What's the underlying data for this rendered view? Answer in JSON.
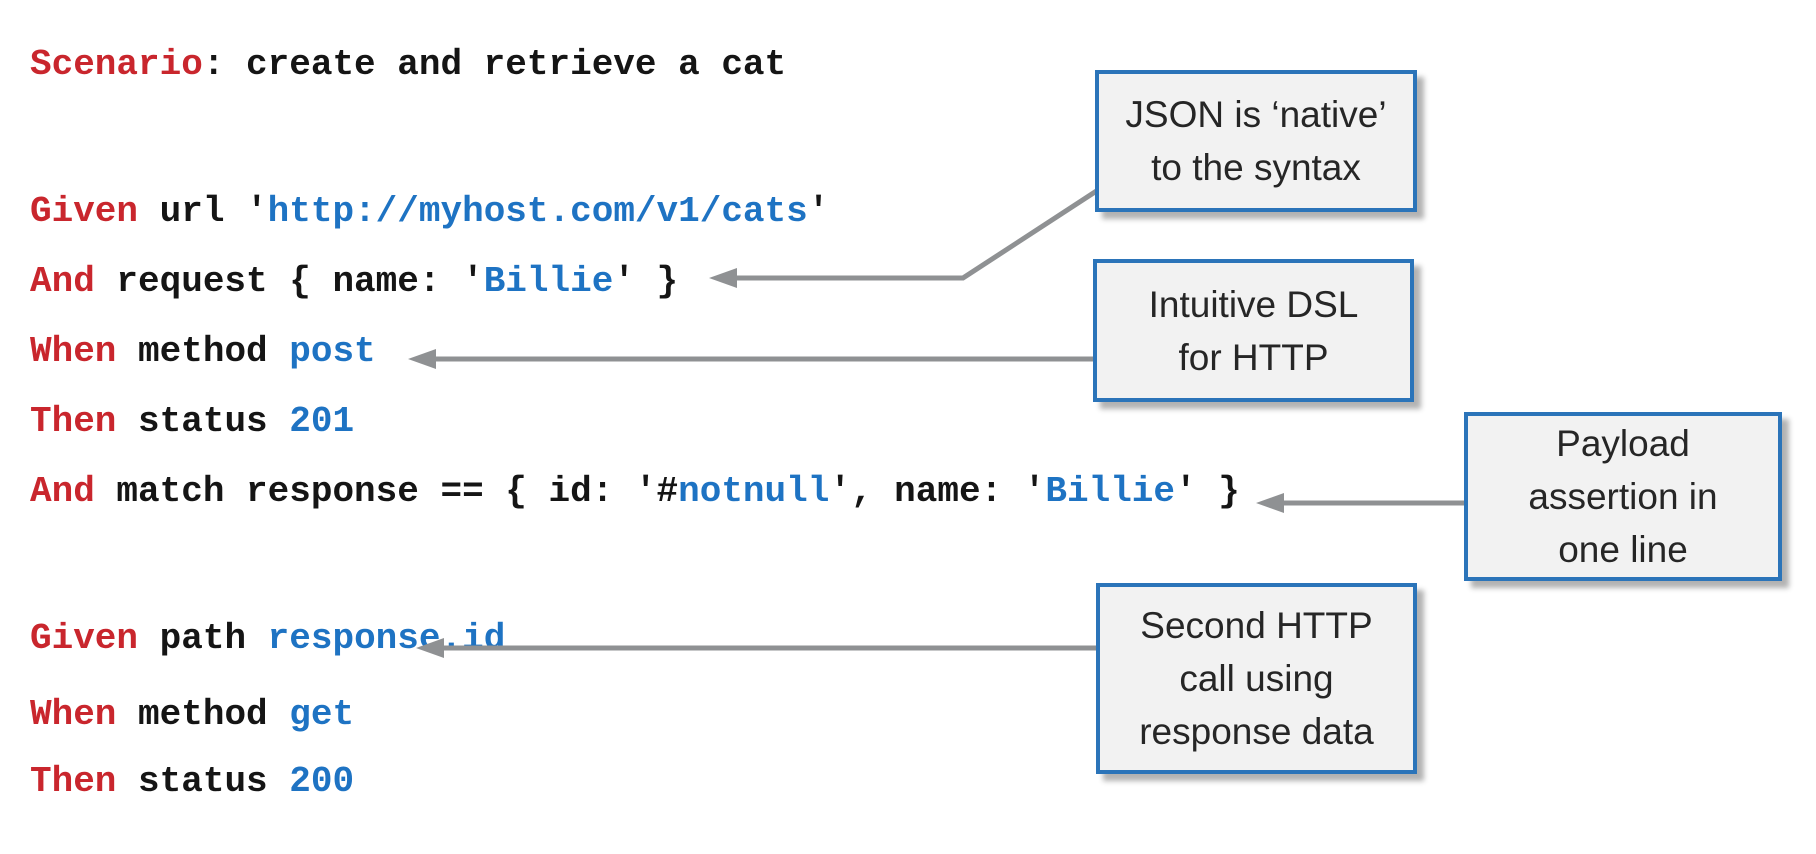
{
  "colors": {
    "keyword_red": "#c9262d",
    "code_black": "#151515",
    "value_blue": "#1e73c3",
    "box_border_blue": "#2b74b9",
    "box_fill_gray": "#f2f2f2",
    "arrow_gray": "#8f9193",
    "background": "#ffffff"
  },
  "code": {
    "lines": [
      {
        "seg": [
          "Scenario",
          ": create and retrieve a cat"
        ]
      },
      {
        "seg": [
          "Given",
          " url '",
          "http://myhost.com/v1/cats",
          "'"
        ]
      },
      {
        "seg": [
          "And",
          " request { name: '",
          "Billie",
          "' }"
        ]
      },
      {
        "seg": [
          "When",
          " method ",
          "post"
        ]
      },
      {
        "seg": [
          "Then",
          " status ",
          "201"
        ]
      },
      {
        "seg": [
          "And",
          " match response == { id: '#",
          "notnull",
          "', name: '",
          "Billie",
          "' }"
        ]
      },
      {
        "seg": [
          "Given",
          " path ",
          "response.id"
        ]
      },
      {
        "seg": [
          "When",
          " method ",
          "get"
        ]
      },
      {
        "seg": [
          "Then",
          " status ",
          "200"
        ]
      }
    ]
  },
  "callouts": [
    {
      "text": "JSON is ‘native’\nto the syntax",
      "points_to": "And request { name: 'Billie' }"
    },
    {
      "text": "Intuitive DSL\nfor HTTP",
      "points_to": "When method post"
    },
    {
      "text": "Payload\nassertion in\none line",
      "points_to": "And match response == { id: '#notnull', name: 'Billie' }"
    },
    {
      "text": "Second HTTP\ncall using\nresponse data",
      "points_to": "Given path response.id"
    }
  ]
}
